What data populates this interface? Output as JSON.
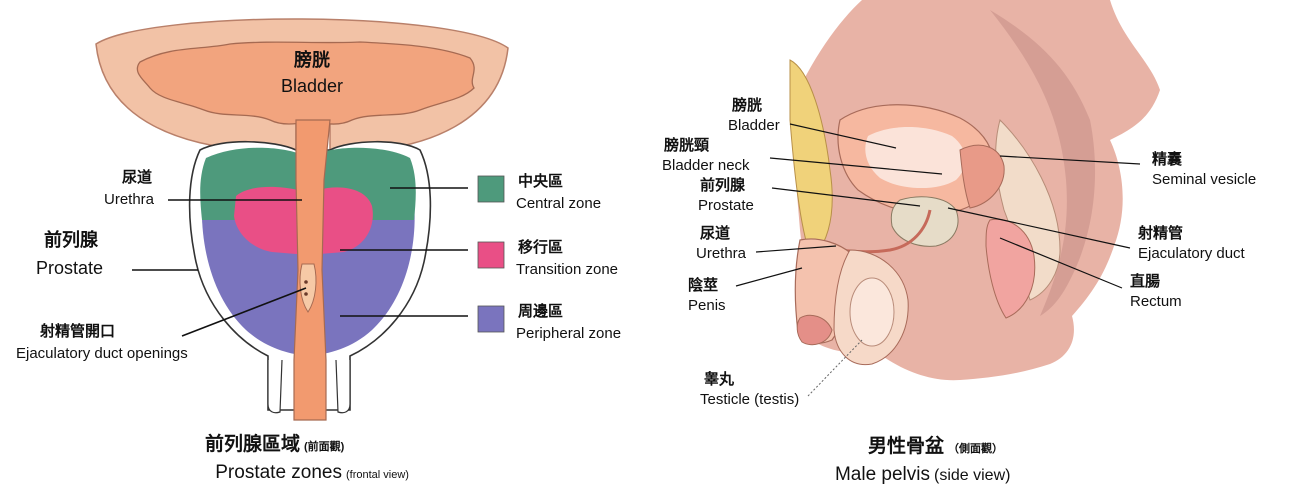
{
  "left": {
    "bladder": {
      "zh": "膀胱",
      "en": "Bladder"
    },
    "urethra": {
      "zh": "尿道",
      "en": "Urethra"
    },
    "prostate": {
      "zh": "前列腺",
      "en": "Prostate"
    },
    "duct_openings": {
      "zh": "射精管開口",
      "en": "Ejaculatory duct openings"
    },
    "legend": [
      {
        "zh": "中央區",
        "en": "Central zone",
        "color": "#4e9a7c"
      },
      {
        "zh": "移行區",
        "en": "Transition zone",
        "color": "#e94f86"
      },
      {
        "zh": "周邊區",
        "en": "Peripheral zone",
        "color": "#7a74be"
      }
    ],
    "caption": {
      "zh": "前列腺區域",
      "zh_small": "(前面觀)",
      "en": "Prostate zones",
      "en_small": "(frontal view)"
    }
  },
  "right": {
    "labels": {
      "bladder": {
        "zh": "膀胱",
        "en": "Bladder"
      },
      "bladder_neck": {
        "zh": "膀胱頸",
        "en": "Bladder neck"
      },
      "prostate": {
        "zh": "前列腺",
        "en": "Prostate"
      },
      "urethra": {
        "zh": "尿道",
        "en": "Urethra"
      },
      "penis": {
        "zh": "陰莖",
        "en": "Penis"
      },
      "testicle": {
        "zh": "睾丸",
        "en": "Testicle (testis)"
      },
      "seminal_vesicle": {
        "zh": "精囊",
        "en": "Seminal vesicle"
      },
      "ejaculatory_duct": {
        "zh": "射精管",
        "en": "Ejaculatory duct"
      },
      "rectum": {
        "zh": "直腸",
        "en": "Rectum"
      }
    },
    "caption": {
      "zh": "男性骨盆",
      "zh_small": "（側面觀）",
      "en": "Male pelvis",
      "en_small": "(side view)"
    }
  },
  "colors": {
    "bladder_outer": "#f2c2a6",
    "bladder_inner": "#f2a47e",
    "urethra": "#f29a6f",
    "capsule": "#ffffff",
    "central_zone": "#4e9a7c",
    "transition_zone": "#e94f86",
    "peripheral_zone": "#7a74be",
    "body_skin": "#e8b3a6",
    "body_shadow": "#c98d86"
  }
}
